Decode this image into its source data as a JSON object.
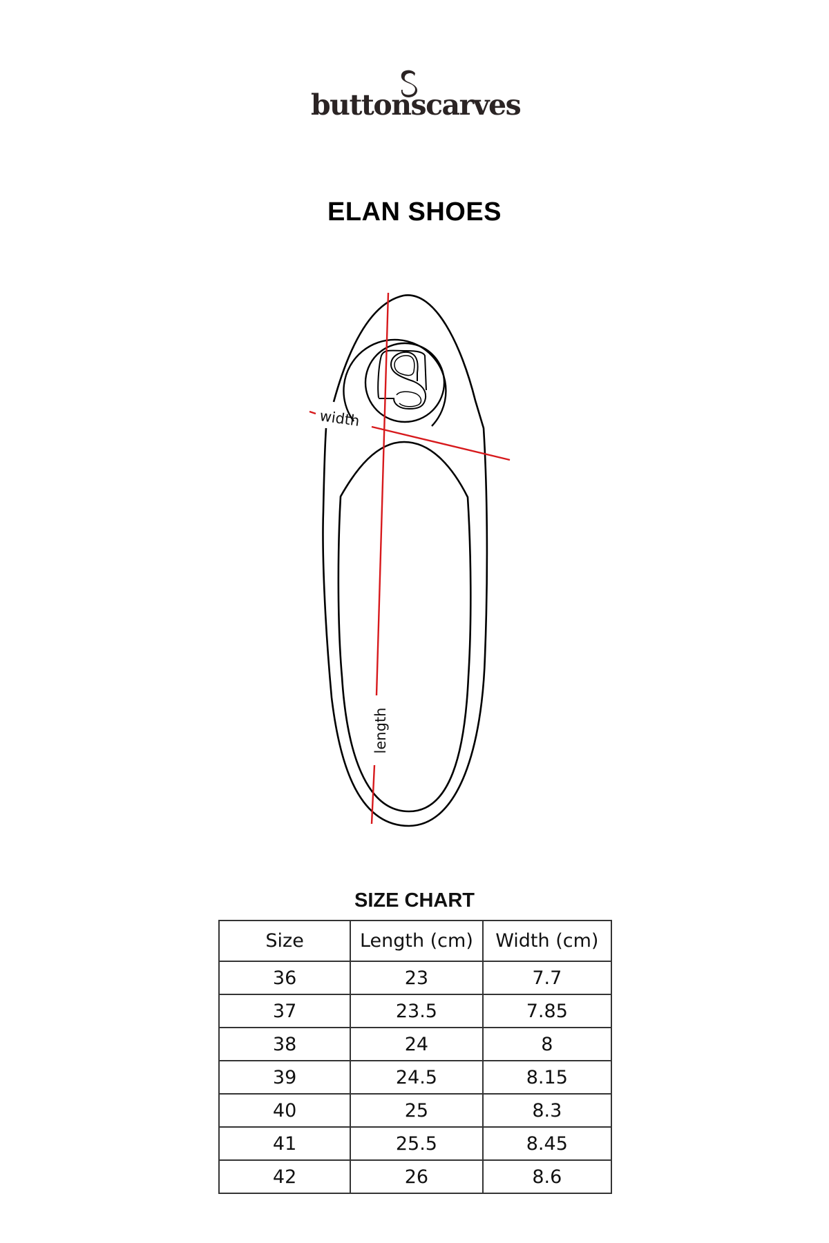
{
  "brand": {
    "name": "buttonscarves",
    "mark": "S",
    "icon": "button-s-logo-icon",
    "color": "#2b2424"
  },
  "product": {
    "title": "ELAN SHOES"
  },
  "diagram": {
    "icon": "shoe-insole-outline-icon",
    "width_label": "width",
    "length_label": "length",
    "measure_color": "#d7191c",
    "outline_color": "#000000"
  },
  "size_chart": {
    "title": "SIZE CHART",
    "headers": [
      "Size",
      "Length (cm)",
      "Width (cm)"
    ],
    "rows": [
      [
        "36",
        "23",
        "7.7"
      ],
      [
        "37",
        "23.5",
        "7.85"
      ],
      [
        "38",
        "24",
        "8"
      ],
      [
        "39",
        "24.5",
        "8.15"
      ],
      [
        "40",
        "25",
        "8.3"
      ],
      [
        "41",
        "25.5",
        "8.45"
      ],
      [
        "42",
        "26",
        "8.6"
      ]
    ]
  },
  "chart_data": {
    "type": "table",
    "title": "SIZE CHART",
    "columns": [
      "Size",
      "Length (cm)",
      "Width (cm)"
    ],
    "categories": [
      "36",
      "37",
      "38",
      "39",
      "40",
      "41",
      "42"
    ],
    "series": [
      {
        "name": "Length (cm)",
        "values": [
          23,
          23.5,
          24,
          24.5,
          25,
          25.5,
          26
        ]
      },
      {
        "name": "Width (cm)",
        "values": [
          7.7,
          7.85,
          8,
          8.15,
          8.3,
          8.45,
          8.6
        ]
      }
    ]
  }
}
